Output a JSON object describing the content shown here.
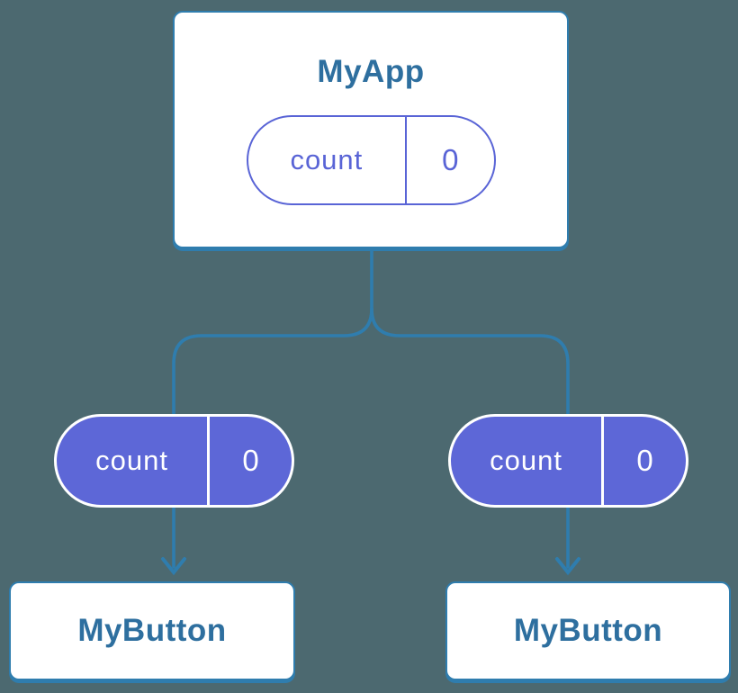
{
  "background_color": "#4C6970",
  "colors": {
    "line": "#2F7DAE",
    "card_border": "#2F7DAE",
    "card_background": "#FFFFFF",
    "card_text": "#2E6F9F",
    "pill_purple": "#5D67D7",
    "pill_outline_purple": "#5964D6",
    "pill_text_light": "#FFFFFF"
  },
  "root_card": {
    "title": "MyApp",
    "state_pill": {
      "label": "count",
      "value": "0"
    }
  },
  "children": [
    {
      "title": "MyButton",
      "prop_pill": {
        "label": "count",
        "value": "0"
      }
    },
    {
      "title": "MyButton",
      "prop_pill": {
        "label": "count",
        "value": "0"
      }
    }
  ],
  "icons": {
    "arrow_down": "chevron arrowhead pointing down"
  }
}
